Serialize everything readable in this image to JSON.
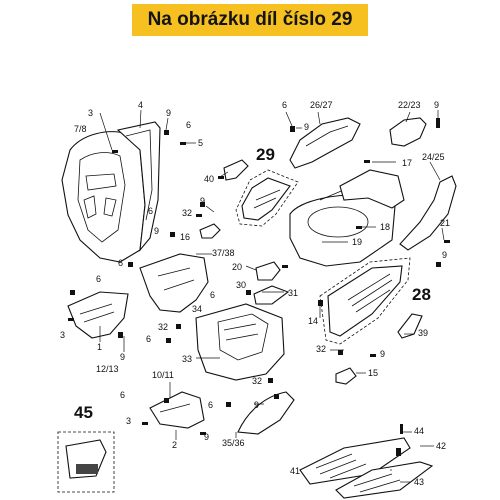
{
  "banner": {
    "text": "Na obrázku díl číslo 29",
    "color": "#f6c021"
  },
  "labels": {
    "l_3a": "3",
    "l_4": "4",
    "l_78": "7/8",
    "l_9a": "9",
    "l_6a": "6",
    "l_5": "5",
    "l_6b": "6",
    "l_9b": "9",
    "l_2627": "26/27",
    "l_2223": "22/23",
    "l_9c": "9",
    "l_17": "17",
    "l_2425": "24/25",
    "l_40": "40",
    "l_9d": "9",
    "l_32a": "32",
    "l_6c": "6",
    "l_9e": "9",
    "l_16": "16",
    "l_18": "18",
    "l_21": "21",
    "l_19": "19",
    "l_3738": "37/38",
    "l_6d": "6",
    "l_20": "20",
    "l_9f": "9",
    "l_6e": "6",
    "l_30": "30",
    "l_31": "31",
    "l_6f": "6",
    "l_3b": "3",
    "l_1": "1",
    "l_9g": "9",
    "l_1213": "12/13",
    "l_32b": "32",
    "l_34": "34",
    "l_14": "14",
    "l_39": "39",
    "l_6g": "6",
    "l_33": "33",
    "l_32c": "32",
    "l_9h": "9",
    "l_15": "15",
    "l_1011": "10/11",
    "l_6h": "6",
    "l_32d": "32",
    "l_9i": "9",
    "l_6i": "6",
    "l_3c": "3",
    "l_2": "2",
    "l_9j": "9",
    "l_3536": "35/36",
    "l_44": "44",
    "l_42": "42",
    "l_41": "41",
    "l_43": "43"
  },
  "callouts": {
    "c29": "29",
    "c28": "28",
    "c45": "45"
  }
}
